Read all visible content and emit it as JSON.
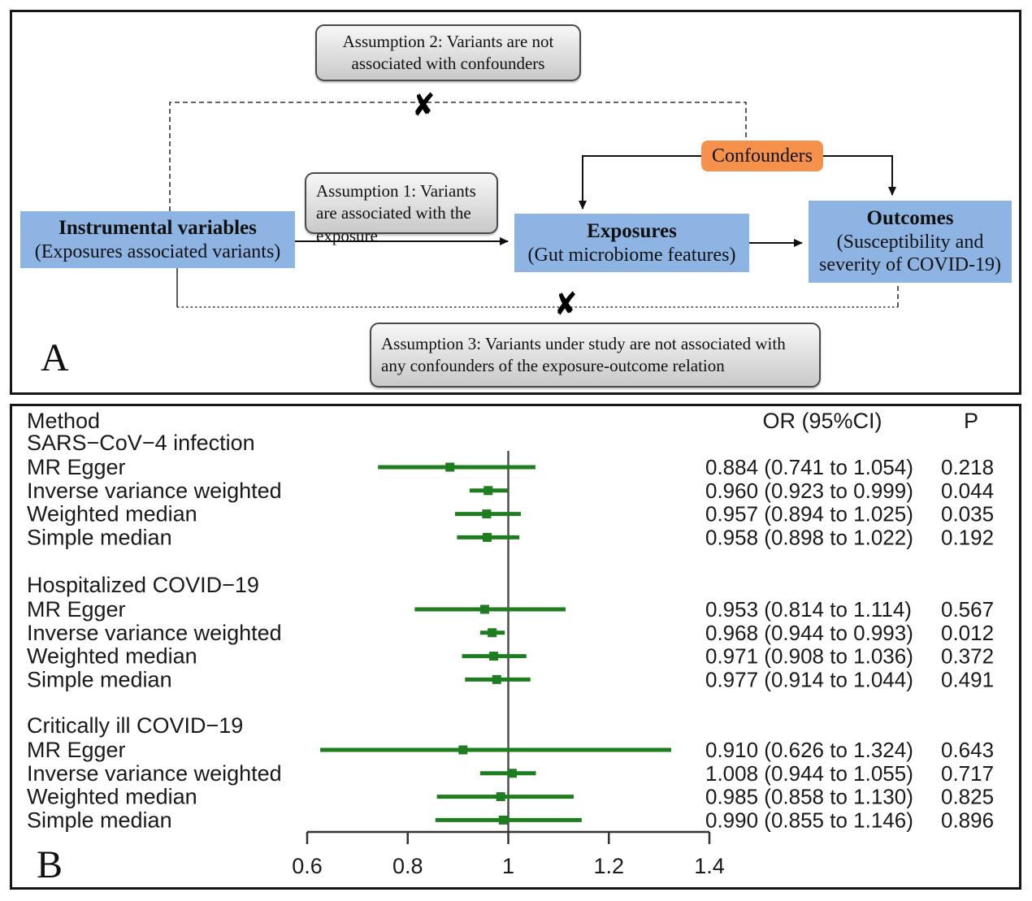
{
  "figure": {
    "panel_a_label": "A",
    "panel_b_label": "B"
  },
  "panel_a": {
    "assumption2": "Assumption 2: Variants are not associated with confounders",
    "assumption1": "Assumption 1: Variants are associated with the exposure",
    "assumption3": "Assumption 3: Variants under study are not associated with any confounders of the exposure-outcome relation",
    "confounders_label": "Confounders",
    "iv": {
      "title": "Instrumental variables",
      "subtitle": "(Exposures associated variants)"
    },
    "exposures": {
      "title": "Exposures",
      "subtitle": "(Gut microbiome features)"
    },
    "outcomes": {
      "title": "Outcomes",
      "subtitle": "(Susceptibility and severity of COVID-19)"
    },
    "cross_glyph": "✘",
    "colors": {
      "blue_box": "#8DB4E2",
      "orange_box": "#F5914B"
    }
  },
  "chart_data": {
    "type": "forest",
    "title": "",
    "columns": {
      "method": "Method",
      "or_ci": "OR (95%CI)",
      "p": "P"
    },
    "xlim": [
      0.6,
      1.4
    ],
    "xticks": [
      0.6,
      0.8,
      1,
      1.2,
      1.4
    ],
    "xtick_labels": [
      "0.6",
      "0.8",
      "1",
      "1.2",
      "1.4"
    ],
    "refline": 1,
    "line_color": "#1E7D1E",
    "groups": [
      {
        "label": "SARS−CoV−4 infection",
        "rows": [
          {
            "method": "MR Egger",
            "or": 0.884,
            "lo": 0.741,
            "hi": 1.054,
            "p": 0.218
          },
          {
            "method": "Inverse variance weighted",
            "or": 0.96,
            "lo": 0.923,
            "hi": 0.999,
            "p": 0.044
          },
          {
            "method": "Weighted median",
            "or": 0.957,
            "lo": 0.894,
            "hi": 1.025,
            "p": 0.035
          },
          {
            "method": "Simple median",
            "or": 0.958,
            "lo": 0.898,
            "hi": 1.022,
            "p": 0.192
          }
        ]
      },
      {
        "label": "Hospitalized COVID−19",
        "rows": [
          {
            "method": "MR Egger",
            "or": 0.953,
            "lo": 0.814,
            "hi": 1.114,
            "p": 0.567
          },
          {
            "method": "Inverse variance weighted",
            "or": 0.968,
            "lo": 0.944,
            "hi": 0.993,
            "p": 0.012
          },
          {
            "method": "Weighted median",
            "or": 0.971,
            "lo": 0.908,
            "hi": 1.036,
            "p": 0.372
          },
          {
            "method": "Simple median",
            "or": 0.977,
            "lo": 0.914,
            "hi": 1.044,
            "p": 0.491
          }
        ]
      },
      {
        "label": "Critically ill COVID−19",
        "rows": [
          {
            "method": "MR Egger",
            "or": 0.91,
            "lo": 0.626,
            "hi": 1.324,
            "p": 0.643
          },
          {
            "method": "Inverse variance weighted",
            "or": 1.008,
            "lo": 0.944,
            "hi": 1.055,
            "p": 0.717
          },
          {
            "method": "Weighted median",
            "or": 0.985,
            "lo": 0.858,
            "hi": 1.13,
            "p": 0.825
          },
          {
            "method": "Simple median",
            "or": 0.99,
            "lo": 0.855,
            "hi": 1.146,
            "p": 0.896
          }
        ]
      }
    ]
  }
}
